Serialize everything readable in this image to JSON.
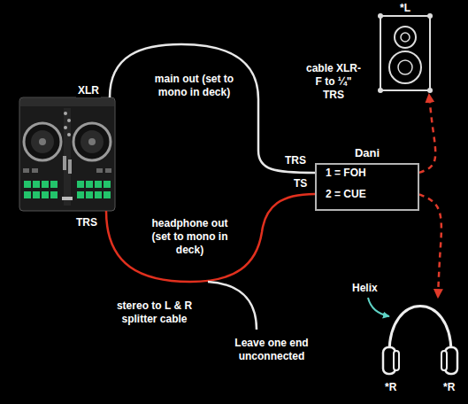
{
  "diagram": {
    "nodes": [
      {
        "text": [
          "*L"
        ]
      },
      {
        "text": [
          "Dani",
          "1 = FOH",
          "2 = CUE"
        ]
      },
      {
        "text": [
          "*R",
          "*R"
        ]
      }
    ],
    "edges": [
      {
        "from": 1,
        "to": 0,
        "arrow": "to"
      },
      {
        "from": 1,
        "to": 2,
        "arrow": "to"
      }
    ],
    "labels": [
      "main out (set to mono in deck)",
      "XLR",
      "cable XLR-F to ¼\" TRS",
      "TRS",
      "TS",
      "TRS",
      "headphone out (set to mono in deck)",
      "Helix",
      "stereo to L & R splitter cable",
      "Leave one end unconnected"
    ]
  }
}
